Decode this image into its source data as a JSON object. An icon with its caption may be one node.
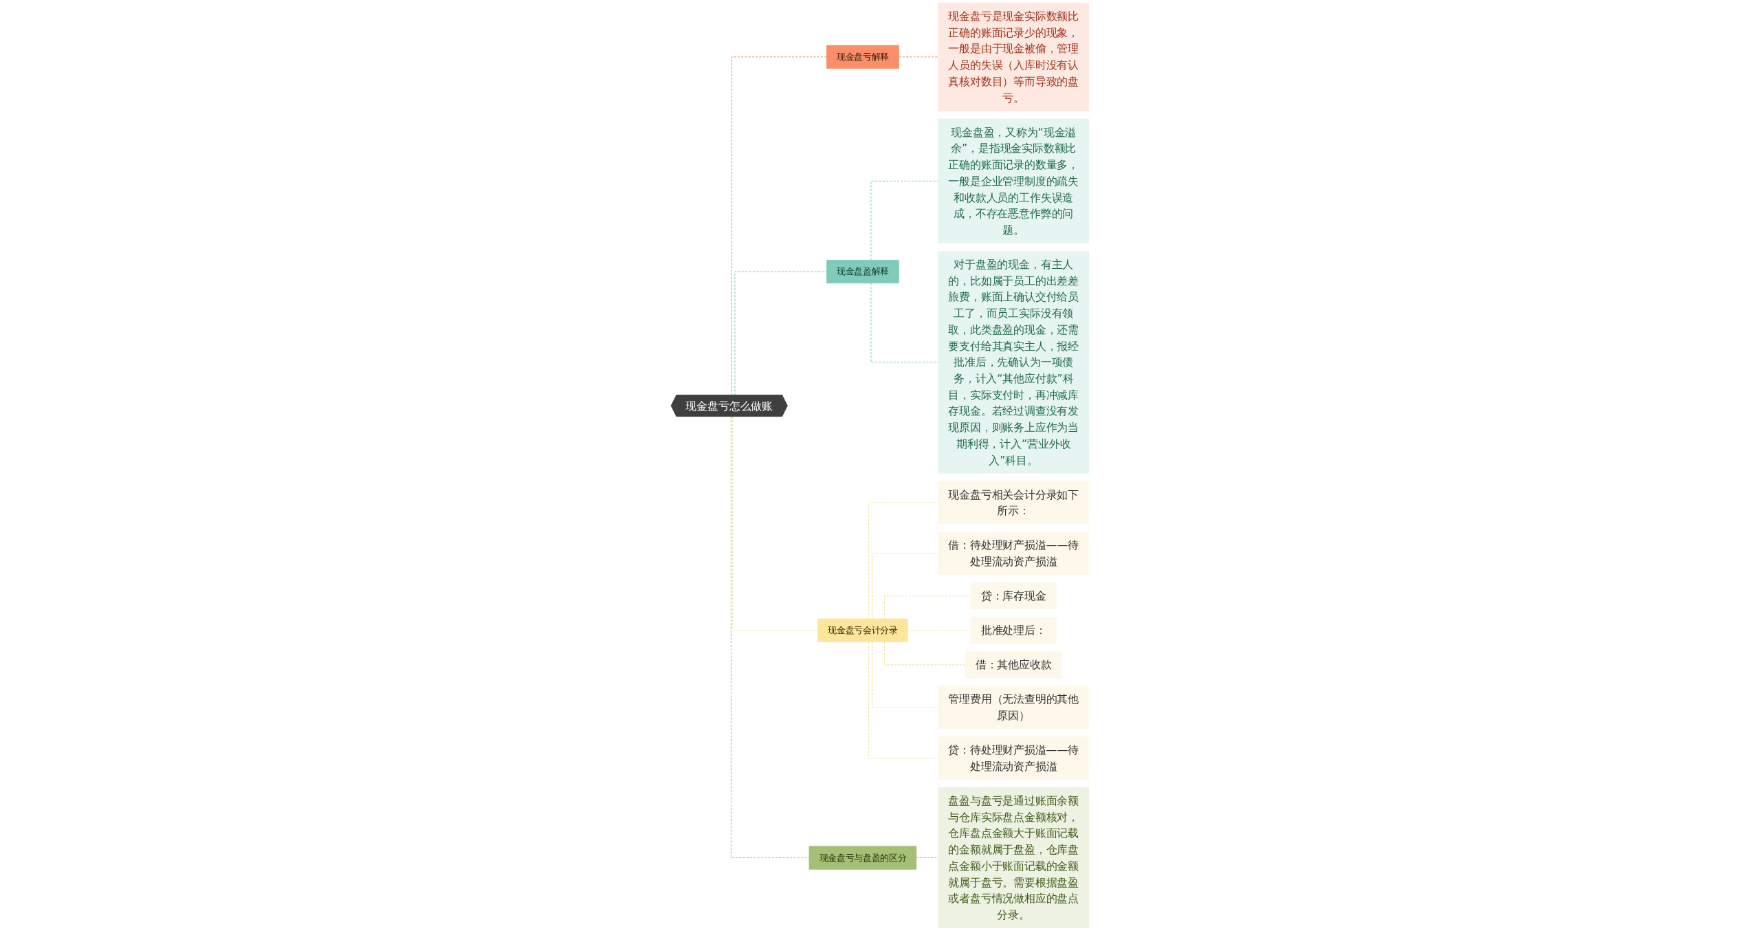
{
  "diagram": {
    "nodes": [
      {
        "text": [
          "现金盘亏怎么做账"
        ]
      },
      {
        "text": [
          "现金盘亏解释"
        ]
      },
      {
        "text": [
          "现金盘亏是现金实际数额比正确的账面记录少的现象，一般是由于现金被偷，管理人员的失误（入库时没有认真核对数目）等而导致的盘亏。"
        ]
      },
      {
        "text": [
          "现金盘盈解释"
        ]
      },
      {
        "text": [
          "现金盘盈，又称为“现金溢余”，是指现金实际数额比正确的账面记录的数量多，一般是企业管理制度的疏失和收款人员的工作失误造成，不存在恶意作弊的问题。"
        ]
      },
      {
        "text": [
          "对于盘盈的现金，有主人的，比如属于员工的出差差旅费，账面上确认交付给员工了，而员工实际没有领取，此类盘盈的现金，还需要支付给其真实主人，报经批准后，先确认为一项债务，计入“其他应付款”科目，实际支付时，再冲减库存现金。若经过调查没有发现原因，则账务上应作为当期利得，计入“营业外收入”科目。"
        ]
      },
      {
        "text": [
          "现金盘亏会计分录"
        ]
      },
      {
        "text": [
          "现金盘亏相关会计分录如下所示："
        ]
      },
      {
        "text": [
          "借：待处理财产损溢——待处理流动资产损溢"
        ]
      },
      {
        "text": [
          "贷：库存现金"
        ]
      },
      {
        "text": [
          "批准处理后："
        ]
      },
      {
        "text": [
          "借：其他应收款"
        ]
      },
      {
        "text": [
          "管理费用（无法查明的其他原因）"
        ]
      },
      {
        "text": [
          "贷：待处理财产损溢——待处理流动资产损溢"
        ]
      },
      {
        "text": [
          "现金盘亏与盘盈的区分"
        ]
      },
      {
        "text": [
          "盘盈与盘亏是通过账面余额与仓库实际盘点金额核对，仓库盘点金额大于账面记载的金额就属于盘盈，仓库盘点金额小于账面记载的金额就属于盘亏。需要根据盘盈或者盘亏情况做相应的盘点分录。"
        ]
      }
    ],
    "edges": [
      {
        "from": 0,
        "to": 1,
        "arrow": "none",
        "style": "dashed",
        "color": "#f4865f"
      },
      {
        "from": 1,
        "to": 2,
        "arrow": "none",
        "style": "dashed",
        "color": "#f4865f"
      },
      {
        "from": 0,
        "to": 3,
        "arrow": "none",
        "style": "dashed",
        "color": "#7ecbb9"
      },
      {
        "from": 3,
        "to": 4,
        "arrow": "none",
        "style": "dashed",
        "color": "#7ecbb9"
      },
      {
        "from": 3,
        "to": 5,
        "arrow": "none",
        "style": "dashed",
        "color": "#7ecbb9"
      },
      {
        "from": 0,
        "to": 6,
        "arrow": "none",
        "style": "dashed",
        "color": "#f2e3a0"
      },
      {
        "from": 6,
        "to": 7,
        "arrow": "none",
        "style": "dashed",
        "color": "#f2e3a0"
      },
      {
        "from": 6,
        "to": 8,
        "arrow": "none",
        "style": "dashed",
        "color": "#f2e3a0"
      },
      {
        "from": 6,
        "to": 9,
        "arrow": "none",
        "style": "dashed",
        "color": "#f2e3a0"
      },
      {
        "from": 6,
        "to": 10,
        "arrow": "none",
        "style": "dashed",
        "color": "#f2e3a0"
      },
      {
        "from": 6,
        "to": 11,
        "arrow": "none",
        "style": "dashed",
        "color": "#f2e3a0"
      },
      {
        "from": 6,
        "to": 12,
        "arrow": "none",
        "style": "dashed",
        "color": "#f2e3a0"
      },
      {
        "from": 6,
        "to": 13,
        "arrow": "none",
        "style": "dashed",
        "color": "#f2e3a0"
      },
      {
        "from": 0,
        "to": 14,
        "arrow": "none",
        "style": "dashed",
        "color": "#a3bd72"
      },
      {
        "from": 14,
        "to": 15,
        "arrow": "none",
        "style": "dashed",
        "color": "#a3bd72"
      }
    ]
  }
}
